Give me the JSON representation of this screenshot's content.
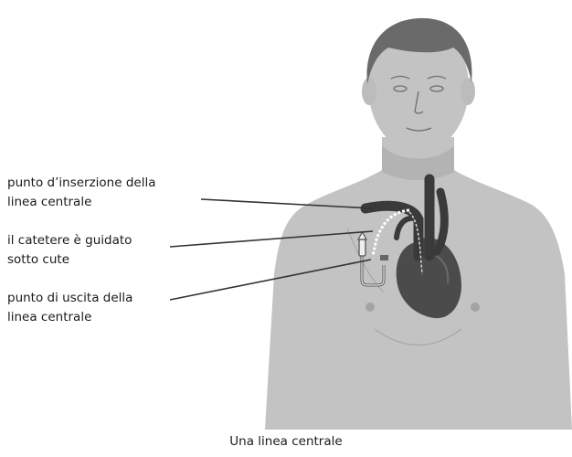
{
  "labels": {
    "insertion_line1": "punto d’inserzione della",
    "insertion_line2": "linea centrale",
    "tunnel_line1": "il catetere è guidato",
    "tunnel_line2": "sotto cute",
    "exit_line1": "punto di uscita della",
    "exit_line2": "linea centrale"
  },
  "caption": "Una linea centrale",
  "colors": {
    "skin": "#c3c3c3",
    "hair": "#6a6a6a",
    "heart": "#4b4b4b",
    "vessels": "#3a3a3a",
    "pointer_lines": "#333333"
  }
}
